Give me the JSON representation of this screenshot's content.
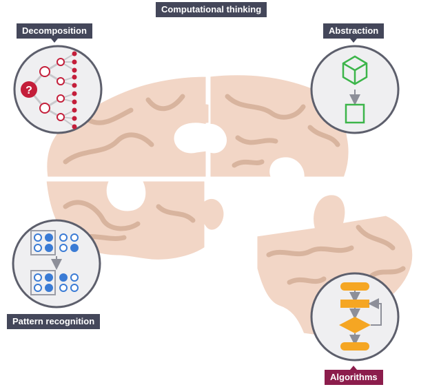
{
  "title": "Computational thinking",
  "concepts": {
    "decomposition": "Decomposition",
    "abstraction": "Abstraction",
    "pattern_recognition": "Pattern recognition",
    "algorithms": "Algorithms"
  },
  "decomposition_symbol": "?",
  "colors": {
    "brain_fill": "#f2d6c6",
    "brain_folds": "#d8b49e",
    "label_dark": "#44475a",
    "label_algorithms": "#8c1d4c",
    "decomposition": "#c41e3a",
    "abstraction": "#3cb54a",
    "pattern": "#3a7bd5",
    "algorithm": "#f5a623",
    "circle_fill": "#efeff1",
    "circle_ring": "#5d5f6c"
  },
  "icons": [
    "question-icon",
    "tree-icon",
    "cube-icon",
    "square-icon",
    "dot-grid-icon",
    "flowchart-icon"
  ]
}
